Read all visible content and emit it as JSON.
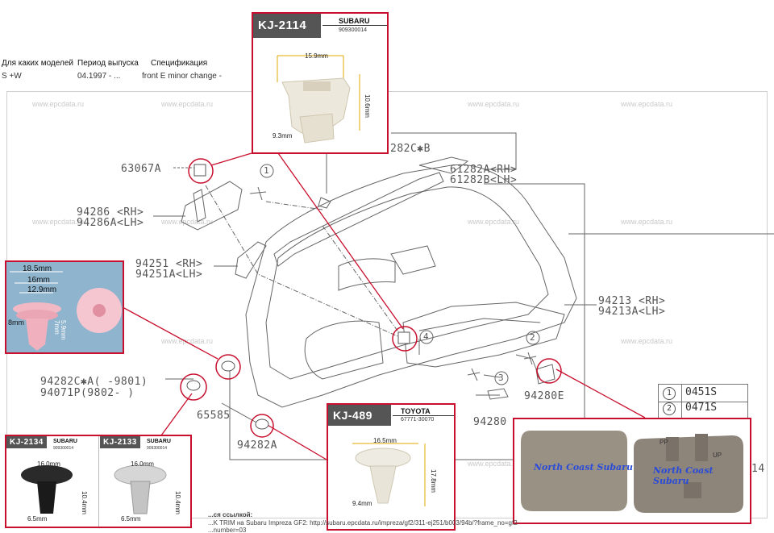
{
  "table": {
    "headers": [
      "Для каких моделей",
      "Период выпуска",
      "Спецификация"
    ],
    "row": [
      "S +W",
      "04.1997 - ...",
      "front E minor change -"
    ]
  },
  "watermark": "www.epcdata.ru",
  "part_labels": {
    "p63067a": "63067A",
    "p94286": "94286 <RH>",
    "p94286a": "94286A<LH>",
    "p94251": "94251 <RH>",
    "p94251a": "94251A<LH>",
    "p94282c_w": "94282C✱A( -9801)",
    "p94071p": "94071P(9802- )",
    "p65585": "65585",
    "p94282a": "94282A",
    "p282cb": "282C✱B",
    "p61282a": "61282A<RH>",
    "p61282b": "61282B<LH>",
    "p94213": "94213 <RH>",
    "p94213a": "94213A<LH>",
    "p94280e": "94280E",
    "p94280": "94280",
    "n1": "1",
    "n2": "2",
    "n3": "3",
    "n4": "4",
    "p14": "14"
  },
  "legend": [
    {
      "num": "1",
      "code": "0451S"
    },
    {
      "num": "2",
      "code": "0471S"
    }
  ],
  "callouts": {
    "kj2114": {
      "code": "KJ-2114",
      "brand": "SUBARU",
      "pn": "909300014",
      "d1": "15.9mm",
      "d2": "10.6mm",
      "d3": "9.3mm"
    },
    "pink": {
      "d1": "18.5mm",
      "d2": "16mm",
      "d3": "12.9mm",
      "d4": "8mm",
      "d5": "7mm",
      "d6": "5.9mm"
    },
    "kj2134": {
      "code": "KJ-2134",
      "brand": "SUBARU",
      "pn": "909300014",
      "d1": "16.0mm",
      "d2": "10.4mm",
      "d3": "6.5mm"
    },
    "kj2133": {
      "code": "KJ-2133",
      "brand": "SUBARU",
      "pn": "909300014",
      "d1": "16.0mm",
      "d2": "10.4mm",
      "d3": "6.5mm"
    },
    "kj489": {
      "code": "KJ-489",
      "brand": "TOYOTA",
      "pn": "67771-30070",
      "d1": "16.5mm",
      "d2": "17.8mm",
      "d3": "9.4mm"
    },
    "caps": {
      "watermark": "North Coast Subaru",
      "t1": "PP",
      "t2": "UP"
    }
  },
  "footer": {
    "line1": "...ся ссылкой:",
    "line2": "...K TRIM на Subaru Impreza GF2: http://subaru.epcdata.ru/impreza/gf2/311-ej251/b003/94b/?frame_no=gf2-",
    "line3": "...number=03"
  },
  "colors": {
    "accent": "#c8102e",
    "line": "#555555",
    "caption": "#2a4bd8"
  }
}
